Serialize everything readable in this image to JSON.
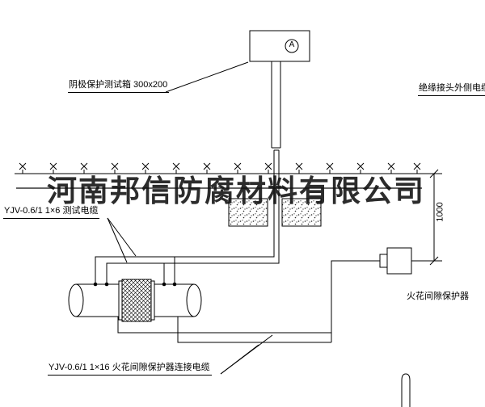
{
  "labels": {
    "test_box": "阴极保护测试箱 300x200",
    "insulated_joint_cable": "绝缘接头外侧电缆",
    "test_cable": "YJV-0.6/1 1×6  测试电缆",
    "spark_gap_protector": "火花间隙保护器",
    "spark_gap_cable": "YJV-0.6/1 1×16  火花间隙保护器连接电缆",
    "dimension": "1000",
    "ammeter": "A",
    "watermark": "河南邦信防腐材料有限公司"
  },
  "colors": {
    "line": "#000000",
    "background": "#ffffff",
    "watermark": "#1a1a1a"
  }
}
